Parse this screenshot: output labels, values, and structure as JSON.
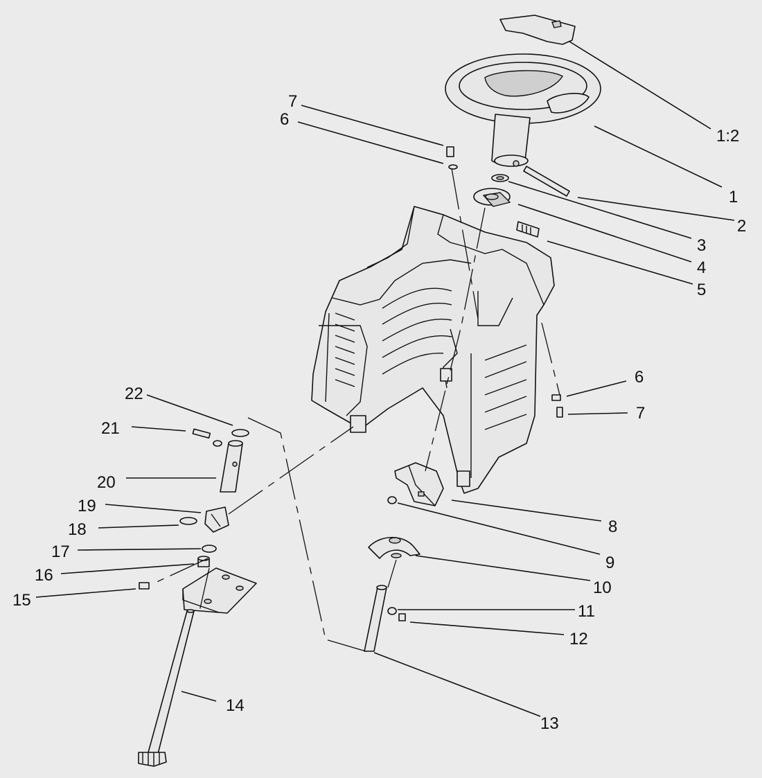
{
  "callouts": [
    {
      "id": "1:2",
      "label": "1:2"
    },
    {
      "id": "1",
      "label": "1"
    },
    {
      "id": "2",
      "label": "2"
    },
    {
      "id": "3",
      "label": "3"
    },
    {
      "id": "4",
      "label": "4"
    },
    {
      "id": "5",
      "label": "5"
    },
    {
      "id": "6a",
      "label": "6"
    },
    {
      "id": "7a",
      "label": "7"
    },
    {
      "id": "6b",
      "label": "6"
    },
    {
      "id": "7b",
      "label": "7"
    },
    {
      "id": "8",
      "label": "8"
    },
    {
      "id": "9",
      "label": "9"
    },
    {
      "id": "10",
      "label": "10"
    },
    {
      "id": "11",
      "label": "11"
    },
    {
      "id": "12",
      "label": "12"
    },
    {
      "id": "13",
      "label": "13"
    },
    {
      "id": "14",
      "label": "14"
    },
    {
      "id": "15",
      "label": "15"
    },
    {
      "id": "16",
      "label": "16"
    },
    {
      "id": "17",
      "label": "17"
    },
    {
      "id": "18",
      "label": "18"
    },
    {
      "id": "19",
      "label": "19"
    },
    {
      "id": "20",
      "label": "20"
    },
    {
      "id": "21",
      "label": "21"
    },
    {
      "id": "22",
      "label": "22"
    }
  ]
}
